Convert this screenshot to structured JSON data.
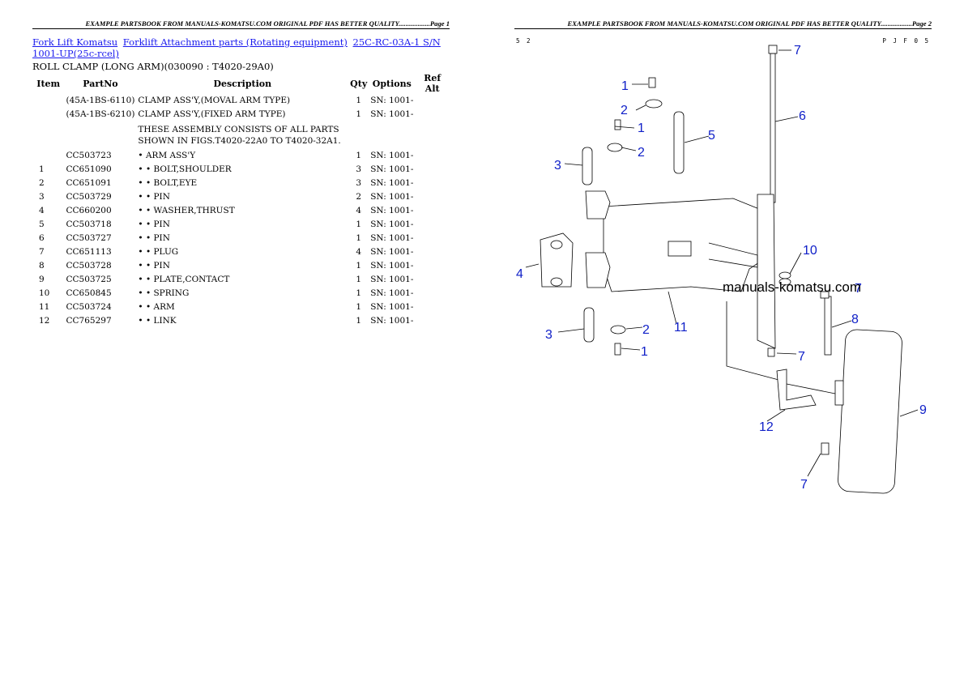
{
  "page1": {
    "banner": "EXAMPLE PARTSBOOK FROM MANUALS-KOMATSU.COM ORIGINAL PDF HAS BETTER QUALITY..................Page 1",
    "breadcrumbs": [
      "Fork Lift Komatsu",
      "Forklift Attachment parts (Rotating equipment)",
      "25C-RC-03A-1 S/N 1001-UP(25c-rcel)"
    ],
    "subtitle": "ROLL CLAMP (LONG ARM)(030090 : T4020-29A0)",
    "columns": [
      "Item",
      "PartNo",
      "Description",
      "Qty",
      "Options",
      "Ref Alt"
    ],
    "rows": [
      {
        "item": "",
        "partno": "(45A-1BS-6110)",
        "desc": "CLAMP ASS'Y,(MOVAL ARM TYPE)",
        "qty": "1",
        "options": "SN: 1001-",
        "ref": ""
      },
      {
        "item": "",
        "partno": "(45A-1BS-6210)",
        "desc": "CLAMP ASS'Y,(FIXED ARM TYPE)",
        "qty": "1",
        "options": "SN: 1001-",
        "ref": ""
      },
      {
        "item": "",
        "partno": "",
        "desc": "THESE ASSEMBLY CONSISTS OF ALL PARTS SHOWN IN FIGS.T4020-22A0 TO T4020-32A1.",
        "qty": "",
        "options": "",
        "ref": ""
      },
      {
        "item": "",
        "partno": "CC503723",
        "desc": "• ARM ASS'Y",
        "qty": "1",
        "options": "SN: 1001-",
        "ref": ""
      },
      {
        "item": "1",
        "partno": "CC651090",
        "desc": "• • BOLT,SHOULDER",
        "qty": "3",
        "options": "SN: 1001-",
        "ref": ""
      },
      {
        "item": "2",
        "partno": "CC651091",
        "desc": "• • BOLT,EYE",
        "qty": "3",
        "options": "SN: 1001-",
        "ref": ""
      },
      {
        "item": "3",
        "partno": "CC503729",
        "desc": "• • PIN",
        "qty": "2",
        "options": "SN: 1001-",
        "ref": ""
      },
      {
        "item": "4",
        "partno": "CC660200",
        "desc": "• • WASHER,THRUST",
        "qty": "4",
        "options": "SN: 1001-",
        "ref": ""
      },
      {
        "item": "5",
        "partno": "CC503718",
        "desc": "• • PIN",
        "qty": "1",
        "options": "SN: 1001-",
        "ref": ""
      },
      {
        "item": "6",
        "partno": "CC503727",
        "desc": "• • PIN",
        "qty": "1",
        "options": "SN: 1001-",
        "ref": ""
      },
      {
        "item": "7",
        "partno": "CC651113",
        "desc": "• • PLUG",
        "qty": "4",
        "options": "SN: 1001-",
        "ref": ""
      },
      {
        "item": "8",
        "partno": "CC503728",
        "desc": "• • PIN",
        "qty": "1",
        "options": "SN: 1001-",
        "ref": ""
      },
      {
        "item": "9",
        "partno": "CC503725",
        "desc": "• • PLATE,CONTACT",
        "qty": "1",
        "options": "SN: 1001-",
        "ref": ""
      },
      {
        "item": "10",
        "partno": "CC650845",
        "desc": "• • SPRING",
        "qty": "1",
        "options": "SN: 1001-",
        "ref": ""
      },
      {
        "item": "11",
        "partno": "CC503724",
        "desc": "• • ARM",
        "qty": "1",
        "options": "SN: 1001-",
        "ref": ""
      },
      {
        "item": "12",
        "partno": "CC765297",
        "desc": "• • LINK",
        "qty": "1",
        "options": "SN: 1001-",
        "ref": ""
      }
    ]
  },
  "page2": {
    "banner": "EXAMPLE PARTSBOOK FROM MANUALS-KOMATSU.COM ORIGINAL PDF HAS BETTER QUALITY..................Page 2",
    "code_left": "5 2",
    "code_right": "P J F 0 5",
    "watermark": "manuals-komatsu.com",
    "callouts": [
      "1",
      "2",
      "1",
      "2",
      "3",
      "5",
      "7",
      "6",
      "10",
      "7",
      "8",
      "4",
      "11",
      "3",
      "2",
      "1",
      "7",
      "12",
      "9",
      "7"
    ]
  },
  "colors": {
    "link": "#1a1aee",
    "callout": "#1020c8"
  }
}
